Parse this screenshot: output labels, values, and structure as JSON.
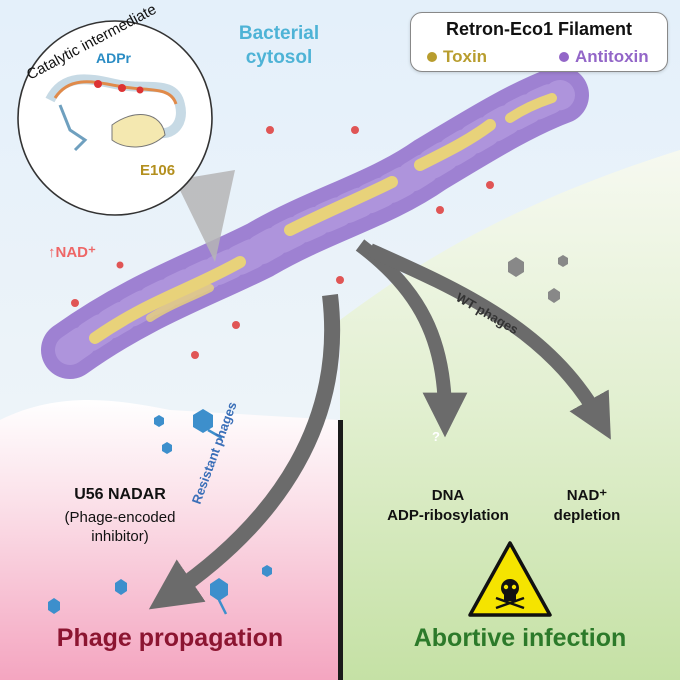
{
  "colors": {
    "cytosol_top": "#e6f2fb",
    "left_panel": "#f6b3c8",
    "right_panel": "#cfe6b4",
    "toxin": "#e8d27a",
    "antitoxin": "#9a7ad0",
    "nad_molecule": "#e05555",
    "phage": "#3d8fcc",
    "arrow": "#6b6b6b",
    "warning": "#f5e400"
  },
  "compartment": {
    "label_line1": "Bacterial",
    "label_line2": "cytosol"
  },
  "legend": {
    "title": "Retron-Eco1 Filament",
    "toxin_label": "Toxin",
    "antitoxin_label": "Antitoxin",
    "toxin_color": "#b89d2e",
    "antitoxin_color": "#9366c8"
  },
  "inset": {
    "title": "Catalytic intermediate",
    "ligand_label": "ADPr",
    "residue_label": "E106"
  },
  "nad_increase_label": "↑NAD⁺",
  "arrows": {
    "resistant_label": "Resistant phages",
    "wt_label": "WT phages",
    "question_mark": "?"
  },
  "left_outcome": {
    "inhibitor_title": "U56 NADAR",
    "inhibitor_sub_line1": "(Phage-encoded",
    "inhibitor_sub_line2": "inhibitor)",
    "result": "Phage propagation"
  },
  "right_outcome": {
    "mechanism1_line1": "DNA",
    "mechanism1_line2": "ADP-ribosylation",
    "mechanism2_line1": "NAD⁺",
    "mechanism2_line2": "depletion",
    "result": "Abortive infection",
    "hazard_icon": "skull-warning-icon"
  }
}
